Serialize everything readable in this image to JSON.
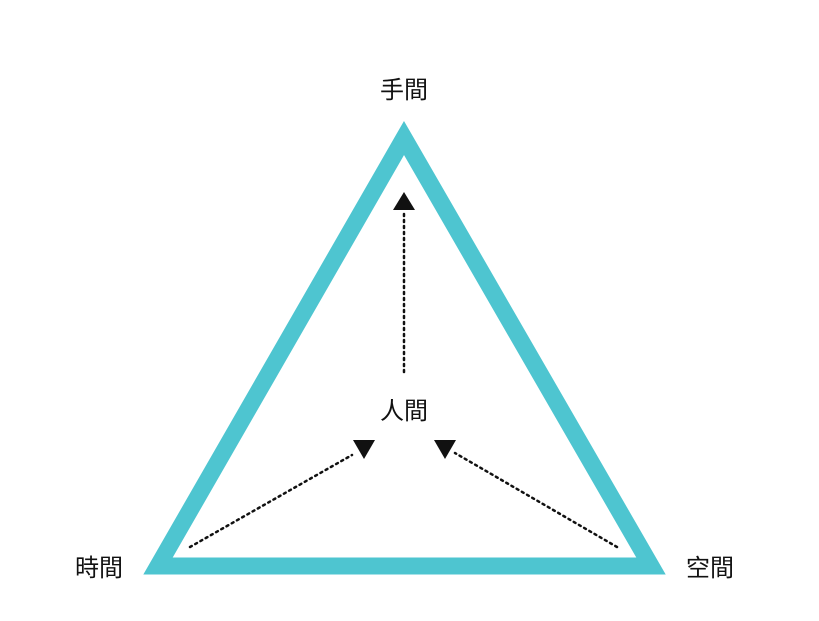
{
  "labels": {
    "top": "手間",
    "center": "人間",
    "left": "時間",
    "right": "空間"
  },
  "colors": {
    "triangle": "#4ec5d0",
    "arrows": "#111111"
  }
}
